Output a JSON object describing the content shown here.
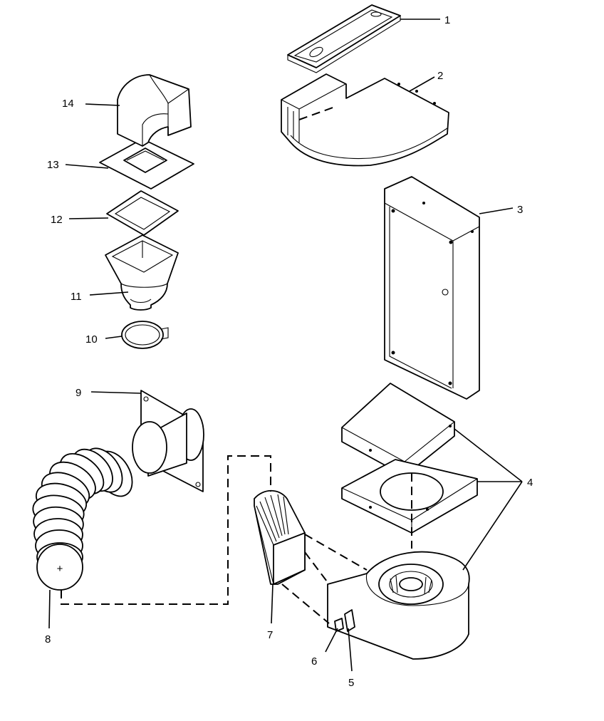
{
  "callouts": [
    {
      "id": "1",
      "label": "1"
    },
    {
      "id": "2",
      "label": "2"
    },
    {
      "id": "3",
      "label": "3"
    },
    {
      "id": "4",
      "label": "4"
    },
    {
      "id": "5",
      "label": "5"
    },
    {
      "id": "6",
      "label": "6"
    },
    {
      "id": "7",
      "label": "7"
    },
    {
      "id": "8",
      "label": "8"
    },
    {
      "id": "9",
      "label": "9"
    },
    {
      "id": "10",
      "label": "10"
    },
    {
      "id": "11",
      "label": "11"
    },
    {
      "id": "12",
      "label": "12"
    },
    {
      "id": "13",
      "label": "13"
    },
    {
      "id": "14",
      "label": "14"
    }
  ],
  "hose_end_mark": "+",
  "colors": {
    "line": "#000000",
    "background": "#ffffff",
    "shade": "#cfcfcf"
  }
}
